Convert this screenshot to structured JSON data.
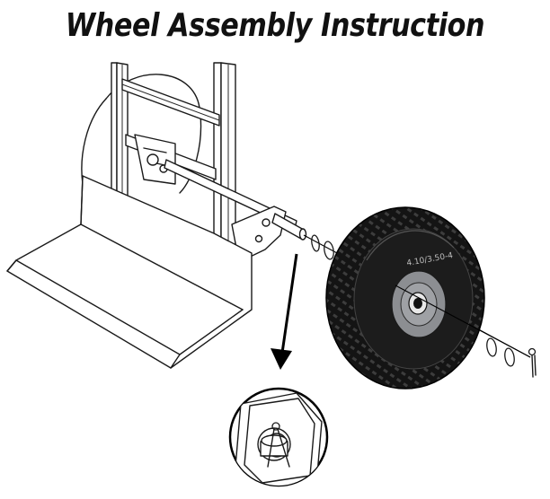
{
  "title": "Wheel Assembly Instruction",
  "tire_marking": "4.10/3.50-4",
  "colors": {
    "tire": "#141414",
    "hub": "#8c8e92",
    "outline": "#1a1a1a",
    "background": "#ffffff"
  },
  "parts": [
    "hand-truck-frame",
    "axle",
    "washer",
    "washer",
    "wheel",
    "washer",
    "cotter-pin"
  ],
  "detail_callout": "axle-end-with-cotter-pin"
}
